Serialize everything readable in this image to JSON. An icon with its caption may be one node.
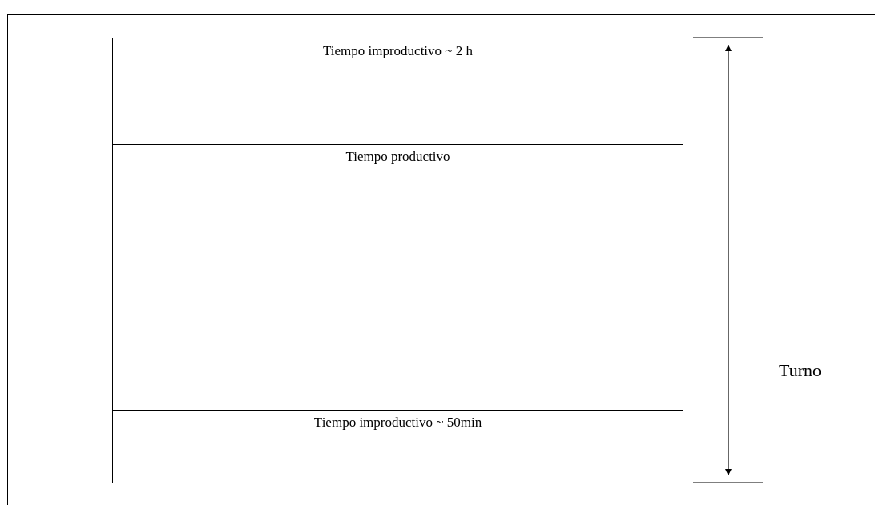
{
  "diagram": {
    "nodes": [
      {
        "text": [
          "Tiempo improductivo ~ 2 h"
        ]
      },
      {
        "text": [
          "Tiempo productivo"
        ]
      },
      {
        "text": [
          "Tiempo improductivo ~ 50min"
        ]
      }
    ],
    "labels": [
      "Turno"
    ]
  }
}
